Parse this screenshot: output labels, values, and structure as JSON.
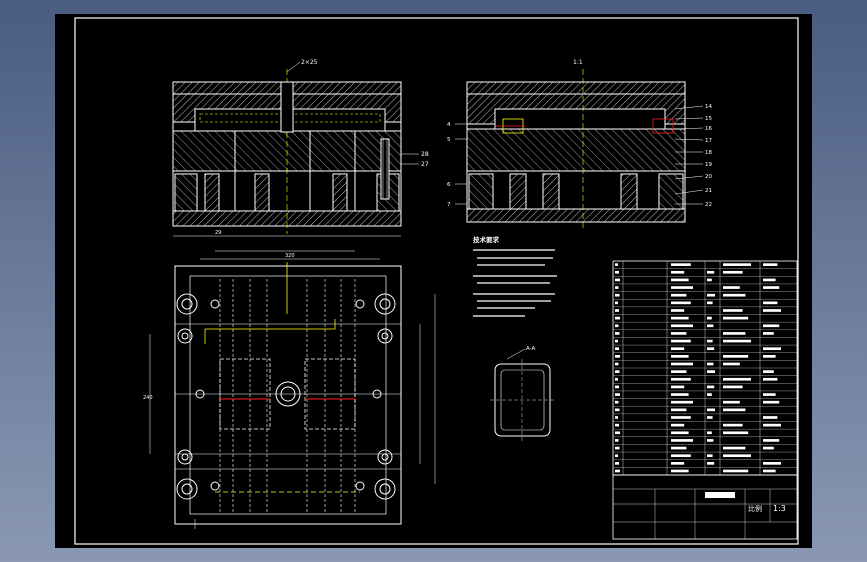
{
  "drawing": {
    "scale_box_label": "比例",
    "scale_value": "1:3"
  },
  "section_left": {
    "dim_label": "2×25"
  },
  "section_right": {
    "dim_label": "1:1"
  },
  "tech_notes": {
    "title": "技术要求"
  },
  "detail_view": {
    "label": "A-A"
  },
  "colors": {
    "background": "#000000",
    "line": "#ffffff",
    "yellow": "#ffff00",
    "red": "#ff2020",
    "cyan": "#00e0e0",
    "hatch": "#c0c0c0"
  }
}
